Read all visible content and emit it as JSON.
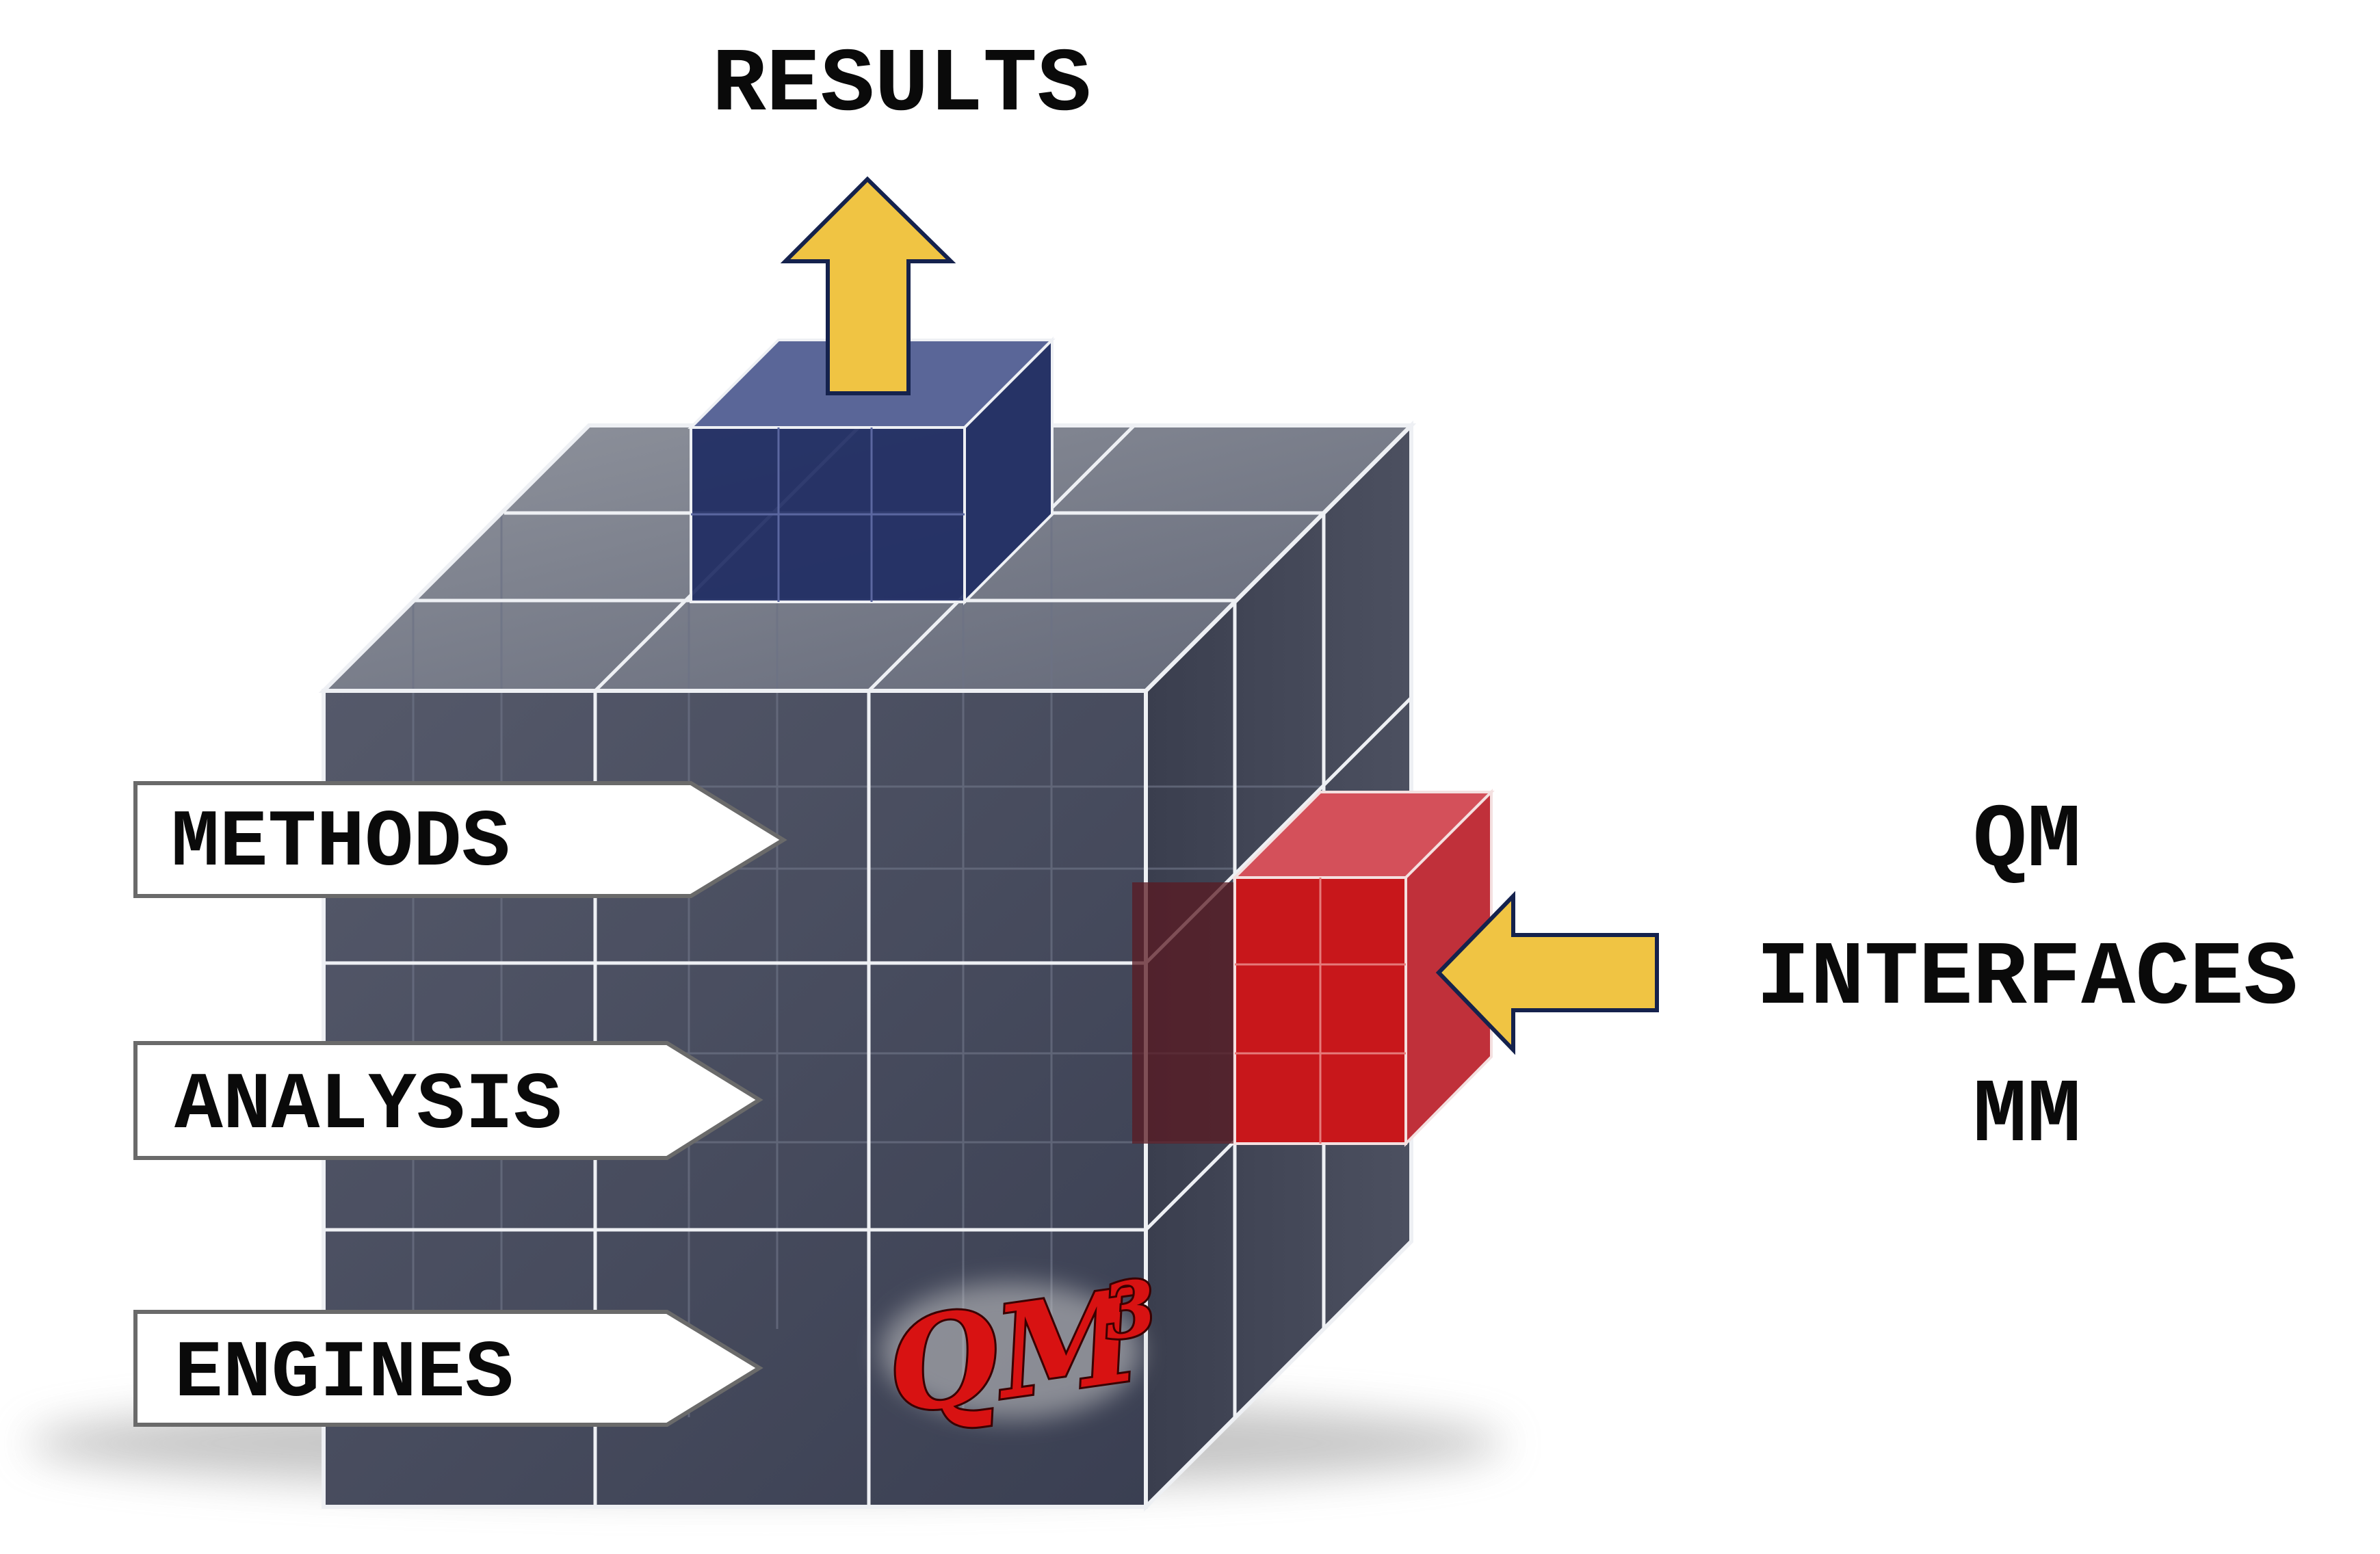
{
  "results_label": "RESULTS",
  "layers": [
    {
      "label": "METHODS"
    },
    {
      "label": "ANALYSIS"
    },
    {
      "label": "ENGINES"
    }
  ],
  "interface_labels": [
    "QM",
    "INTERFACES",
    "MM"
  ],
  "logo": {
    "main": "QM",
    "superscript": "3"
  },
  "colors": {
    "cube_grey": "#4a5062",
    "cube_edge": "#e8eaee",
    "results_block": "#1f2d63",
    "interface_block": "#c8171b",
    "arrow_fill": "#f0c443",
    "arrow_edge": "#15224d",
    "logo_red": "#d81212"
  }
}
